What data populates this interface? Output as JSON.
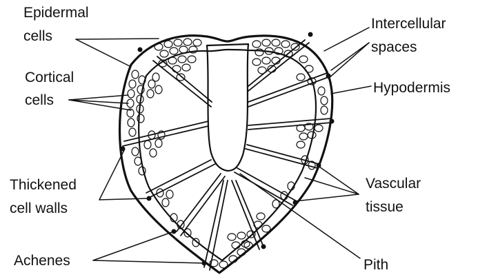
{
  "labels": {
    "epidermal_1": "Epidermal",
    "epidermal_2": "cells",
    "cortical_1": "Cortical",
    "cortical_2": "cells",
    "thickened_1": "Thickened",
    "thickened_2": "cell walls",
    "achenes": "Achenes",
    "intercellular_1": "Intercellular",
    "intercellular_2": "spaces",
    "hypodermis": "Hypodermis",
    "vascular_1": "Vascular",
    "vascular_2": "tissue",
    "pith": "Pith"
  },
  "colors": {
    "ink": "#111111",
    "background": "#ffffff"
  }
}
